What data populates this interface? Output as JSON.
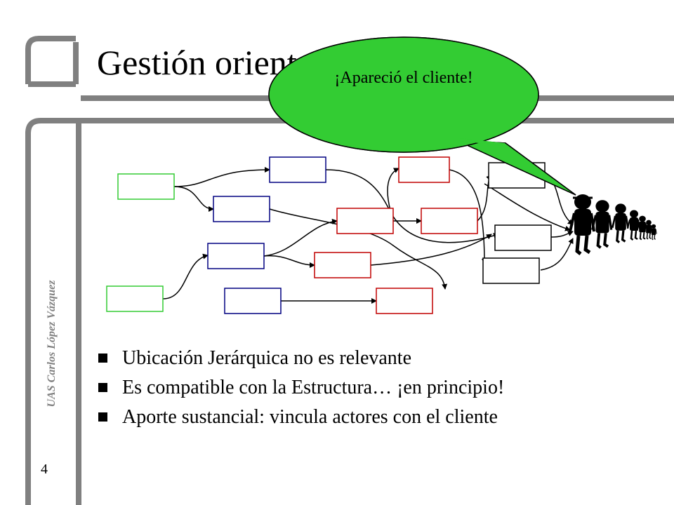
{
  "slide": {
    "title": "Gestión orientada a procesos",
    "bubble_text": "¡Apareció el cliente!",
    "sidebar_text": "UAS Carlos López Vázquez",
    "page_number": "4",
    "bullets": [
      "Ubicación Jerárquica no es relevante",
      "Es compatible con la Estructura… ¡en principio!",
      "Aporte sustancial: vincula actores con el cliente"
    ]
  },
  "colors": {
    "bubble_fill": "#33cc33",
    "box_green": "#33cc33",
    "box_blue": "#000080",
    "box_red": "#c00000",
    "box_black": "#000000",
    "frame_gray": "#808080"
  },
  "icons": [
    "square-bullet-icon",
    "customer-figure-icon"
  ]
}
